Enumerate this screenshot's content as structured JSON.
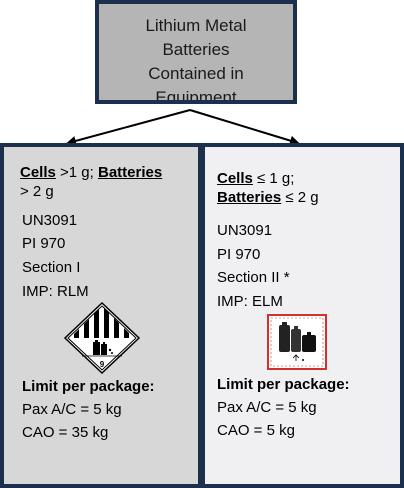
{
  "top_box": {
    "title": "Lithium Metal\nBatteries\nContained in\nEquipment"
  },
  "left": {
    "header_cells": "Cells",
    "header_cells_value": " >1 g; ",
    "header_batteries": "Batteries",
    "header_batteries_value": "> 2 g",
    "lines": [
      "UN3091",
      "PI 970",
      "Section I",
      "IMP: RLM"
    ],
    "limit_title": "Limit per package:",
    "limits": [
      "Pax A/C = 5 kg",
      "CAO = 35 kg"
    ]
  },
  "right": {
    "header_cells": "Cells",
    "header_cells_value": " ≤ 1 g;",
    "header_batteries": "Batteries",
    "header_batteries_value": " ≤ 2 g",
    "lines": [
      "UN3091",
      "PI 970",
      "Section II *",
      "IMP: ELM"
    ],
    "limit_title": "Limit per package:",
    "limits": [
      "Pax A/C = 5 kg",
      "CAO = 5 kg"
    ]
  },
  "labels": {
    "class9_label_number": "9"
  },
  "colors": {
    "border": "#1c2f4c",
    "left_panel": "#d7d7d7",
    "right_panel": "#f0f0f3",
    "top_box": "#b5b5b5",
    "label_red": "#d0312d"
  }
}
